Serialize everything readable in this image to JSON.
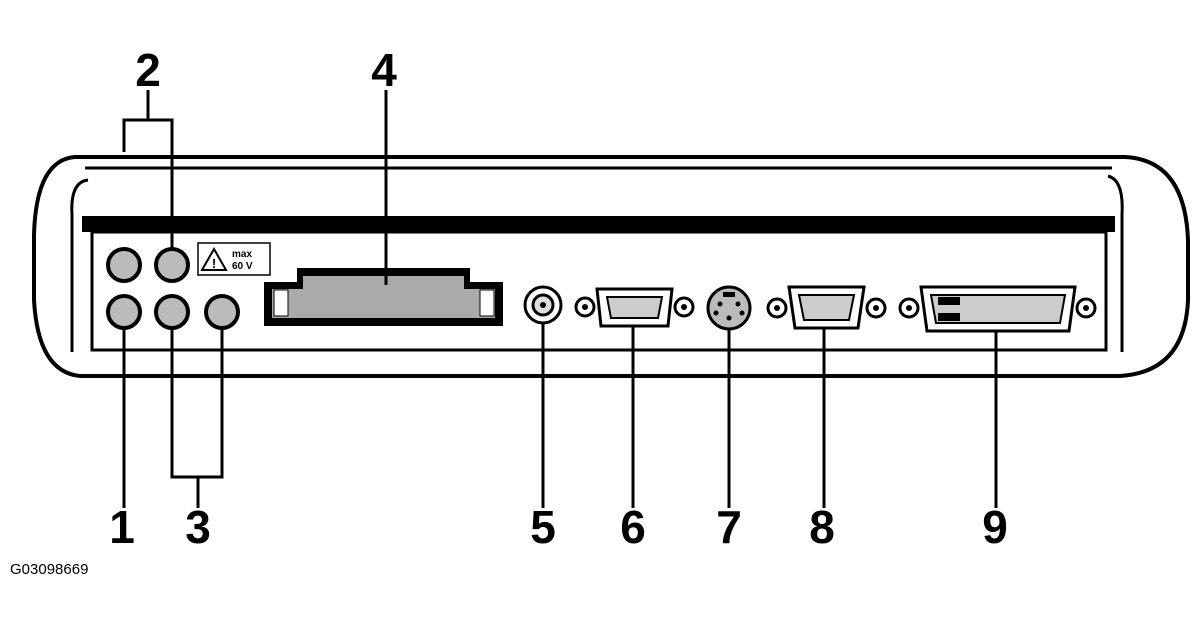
{
  "callouts": {
    "c1": "1",
    "c2": "2",
    "c3": "3",
    "c4": "4",
    "c5": "5",
    "c6": "6",
    "c7": "7",
    "c8": "8",
    "c9": "9"
  },
  "warning_label": {
    "line1": "max",
    "line2": "60 V"
  },
  "figure_id": "G03098669"
}
